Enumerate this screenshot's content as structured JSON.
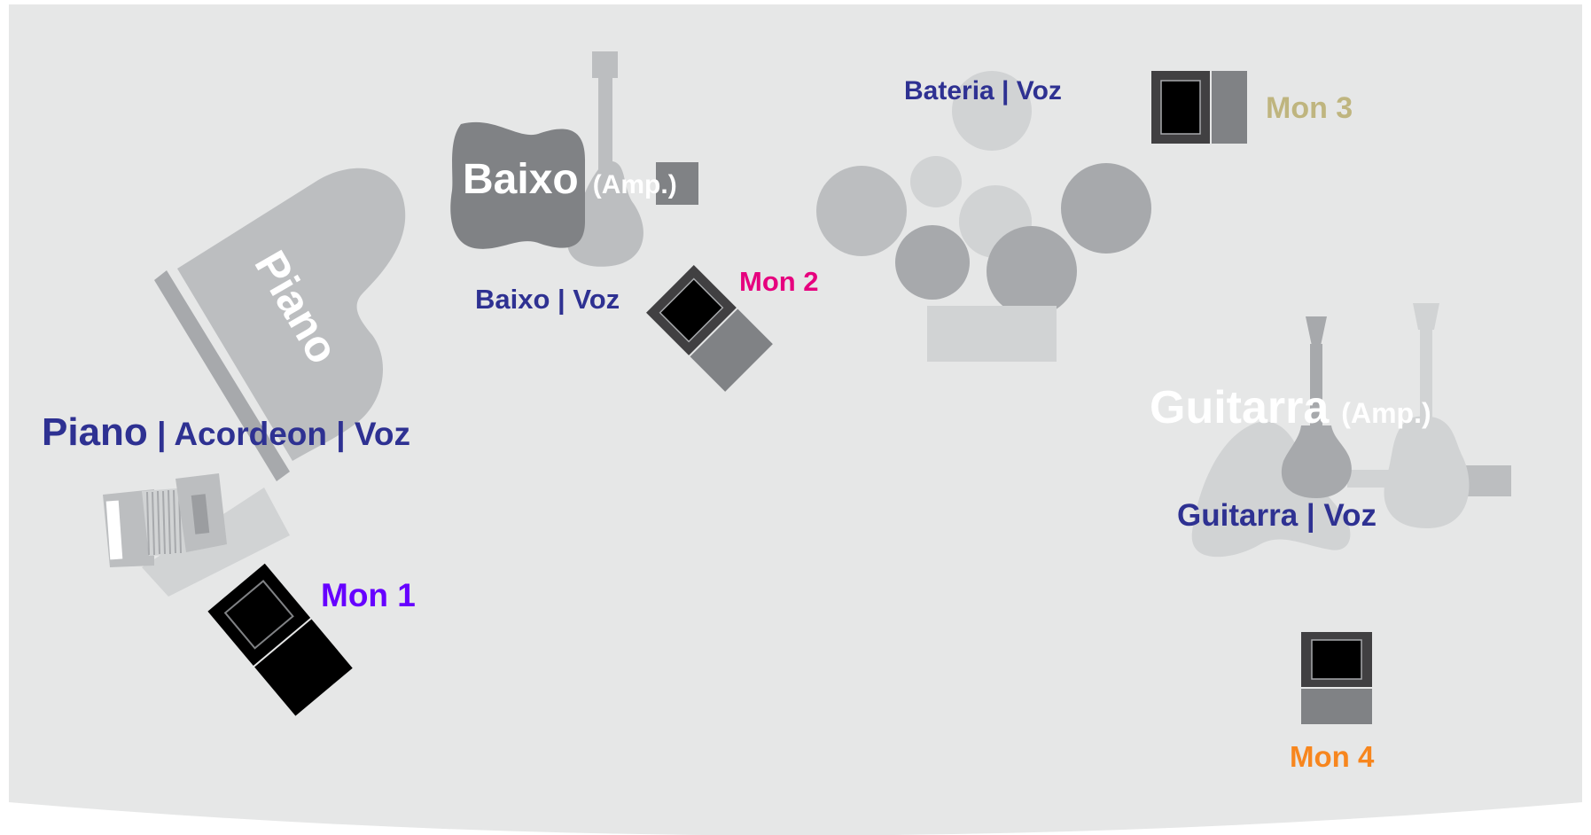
{
  "stage": {
    "colors": {
      "floor": "#e6e7e7",
      "label": "#2e3192",
      "white": "#ffffff"
    }
  },
  "piano": {
    "name": "Piano",
    "position_label": "Piano | Acordeon | Voz",
    "position_label_piano": "Piano",
    "position_label_rest": " | Acordeon | Voz"
  },
  "bass": {
    "amp_label": "Baixo",
    "amp_suffix": "(Amp.)",
    "position_label": "Baixo | Voz"
  },
  "drums": {
    "position_label": "Bateria | Voz"
  },
  "guitar": {
    "amp_label": "Guitarra",
    "amp_suffix": "(Amp.)",
    "position_label": "Guitarra | Voz"
  },
  "monitors": [
    {
      "label": "Mon 1",
      "color": "#6600ff"
    },
    {
      "label": "Mon 2",
      "color": "#e6007e"
    },
    {
      "label": "Mon 3",
      "color": "#bfb57f"
    },
    {
      "label": "Mon 4",
      "color": "#f7861e"
    }
  ]
}
